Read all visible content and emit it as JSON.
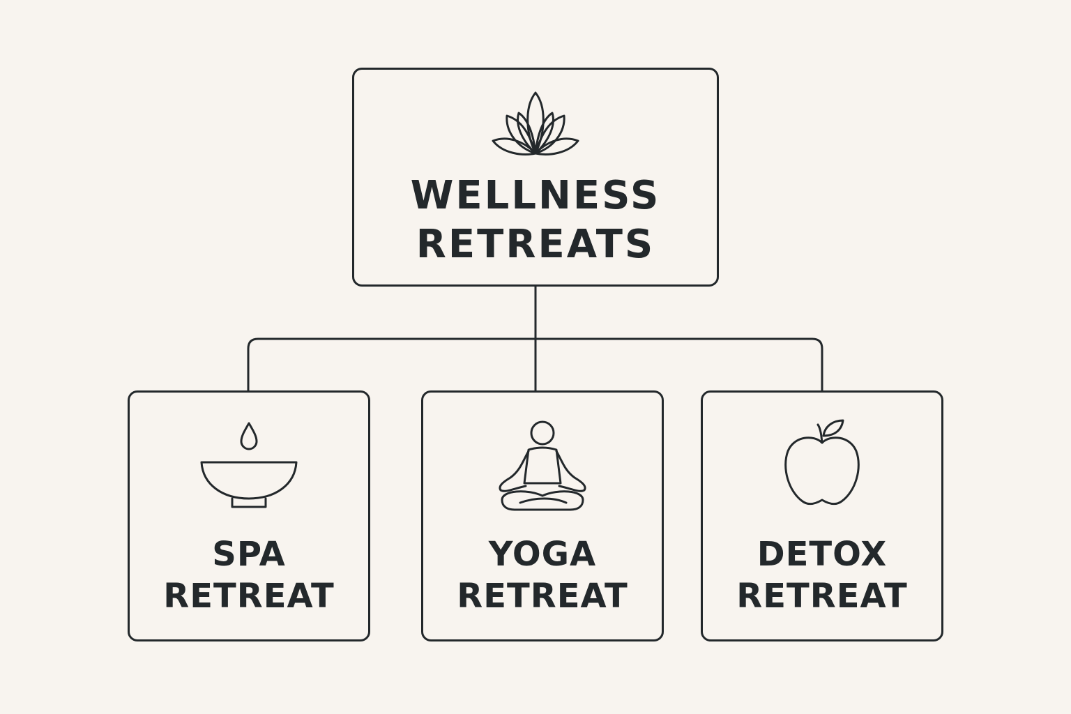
{
  "root": {
    "icon": "lotus-icon",
    "line1": "WELLNESS",
    "line2": "RETREATS"
  },
  "children": [
    {
      "icon": "spa-bowl-icon",
      "line1": "SPA",
      "line2": "RETREAT"
    },
    {
      "icon": "yoga-pose-icon",
      "line1": "YOGA",
      "line2": "RETREAT"
    },
    {
      "icon": "apple-icon",
      "line1": "DETOX",
      "line2": "RETREAT"
    }
  ],
  "colors": {
    "background": "#f8f4ef",
    "ink": "#23282b"
  }
}
